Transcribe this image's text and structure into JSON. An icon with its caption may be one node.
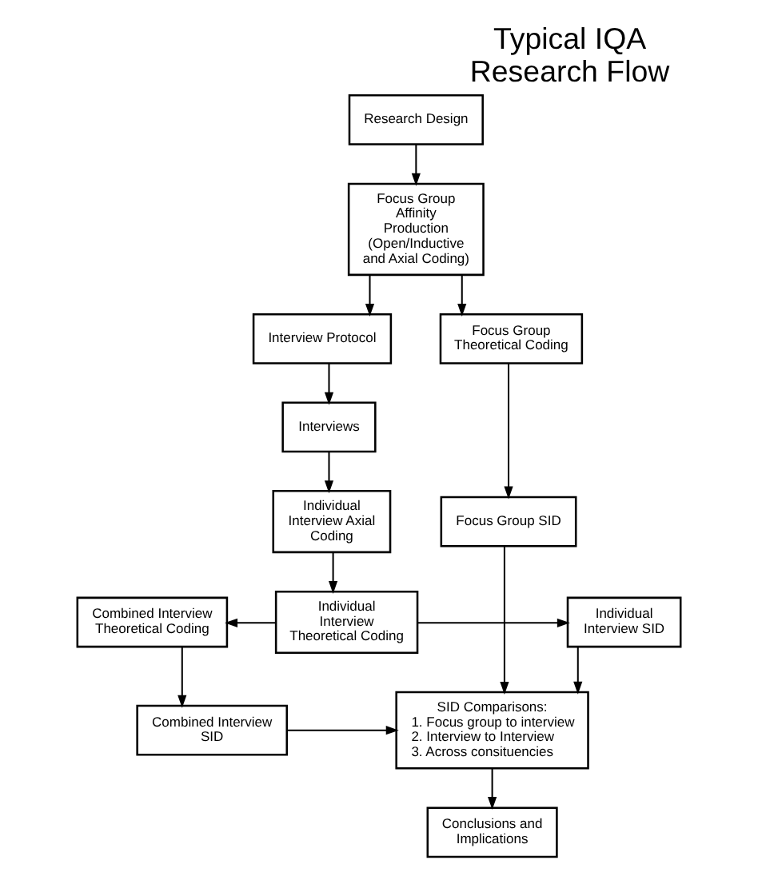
{
  "diagram": {
    "title": "Typical IQA Research Flow",
    "nodes": [
      {
        "text": [
          "Research Design"
        ]
      },
      {
        "text": [
          "Focus Group Affinity Production (Open/Inductive and Axial Coding)"
        ]
      },
      {
        "text": [
          "Focus Group Theoretical Coding"
        ]
      },
      {
        "text": [
          "Interview Protocol"
        ]
      },
      {
        "text": [
          "Interviews"
        ]
      },
      {
        "text": [
          "Focus Group SID"
        ]
      },
      {
        "text": [
          "Individual Interview Axial Coding"
        ]
      },
      {
        "text": [
          "Individual Interview SID"
        ]
      },
      {
        "text": [
          "Individual Interview Theoretical Coding"
        ]
      },
      {
        "text": [
          "Combined Interview Theoretical Coding"
        ]
      },
      {
        "text": [
          "SID Comparisons:",
          "1. Focus group to interview",
          "2. Interview to Interview",
          "3. Across consituencies"
        ]
      },
      {
        "text": [
          "Combined Interview SID"
        ]
      },
      {
        "text": [
          "Conclusions and Implications"
        ]
      }
    ],
    "edges": [
      {
        "from": 0,
        "to": 1,
        "arrow": "to"
      },
      {
        "from": 1,
        "to": 2,
        "arrow": "to"
      },
      {
        "from": 1,
        "to": 3,
        "arrow": "to"
      },
      {
        "from": 2,
        "to": 5,
        "arrow": "to"
      },
      {
        "from": 3,
        "to": 4,
        "arrow": "to"
      },
      {
        "from": 4,
        "to": 6,
        "arrow": "to"
      },
      {
        "from": 6,
        "to": 8,
        "arrow": "to"
      },
      {
        "from": 8,
        "to": 7,
        "arrow": "to"
      },
      {
        "from": 8,
        "to": 9,
        "arrow": "to"
      },
      {
        "from": 9,
        "to": 11,
        "arrow": "to"
      },
      {
        "from": 5,
        "to": 10,
        "arrow": "to"
      },
      {
        "from": 7,
        "to": 10,
        "arrow": "to"
      },
      {
        "from": 11,
        "to": 10,
        "arrow": "to"
      },
      {
        "from": 10,
        "to": 12,
        "arrow": "to"
      }
    ]
  }
}
